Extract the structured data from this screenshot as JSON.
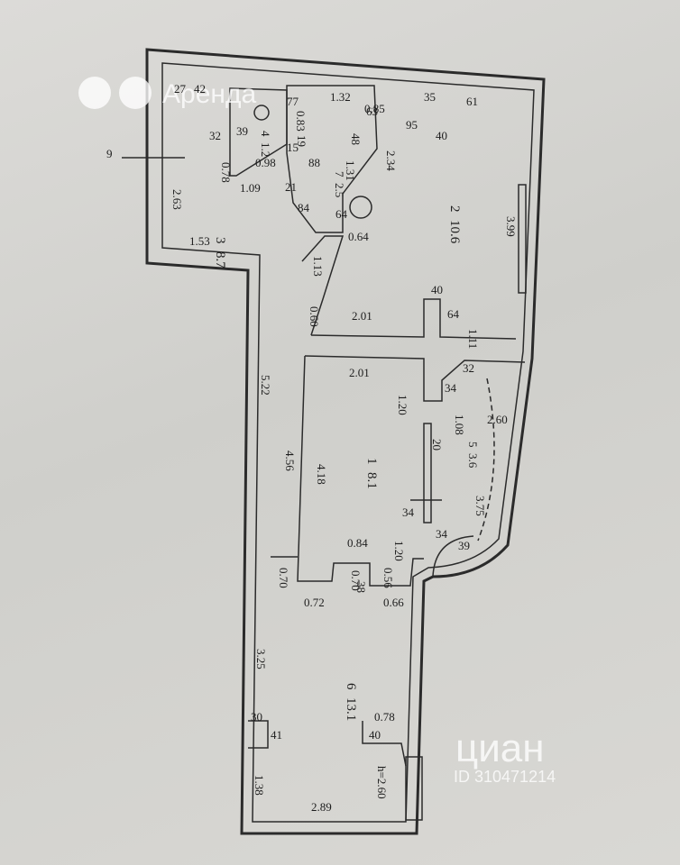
{
  "watermarks": {
    "top_brand": "Аренда",
    "bottom_brand": "циан",
    "bottom_id": "ID 310471214"
  },
  "rooms": [
    {
      "number": "1",
      "area": "8.1"
    },
    {
      "number": "2",
      "area": "10.6"
    },
    {
      "number": "3",
      "area": "8.7"
    },
    {
      "number": "4",
      "area": "1.2"
    },
    {
      "number": "5",
      "area": "3.6"
    },
    {
      "number": "6",
      "area": "13.1"
    },
    {
      "number": "7",
      "area": "2.5"
    }
  ],
  "dimensions": [
    "27",
    "42",
    "32",
    "0.78",
    "39",
    "0.98",
    "1.09",
    "21",
    "2.63",
    "1.53",
    "1.32",
    "77",
    "0.83",
    "19",
    "0.85",
    "48",
    "15",
    "88",
    "1.31",
    "84",
    "64",
    "0.64",
    "1.13",
    "0.60",
    "2.01",
    "63",
    "95",
    "35",
    "61",
    "40",
    "2.34",
    "3.99",
    "40",
    "64",
    "1.11",
    "5.22",
    "2.01",
    "1.20",
    "32",
    "34",
    "1.08",
    "2.60",
    "4.56",
    "4.18",
    "20",
    "3.75",
    "34",
    "1.20",
    "34",
    "39",
    "0.84",
    "0.70",
    "38",
    "0.56",
    "0.70",
    "0.72",
    "0.66",
    "3.25",
    "30",
    "41",
    "1.38",
    "0.78",
    "40",
    "2.89",
    "h=2.60",
    "9"
  ]
}
